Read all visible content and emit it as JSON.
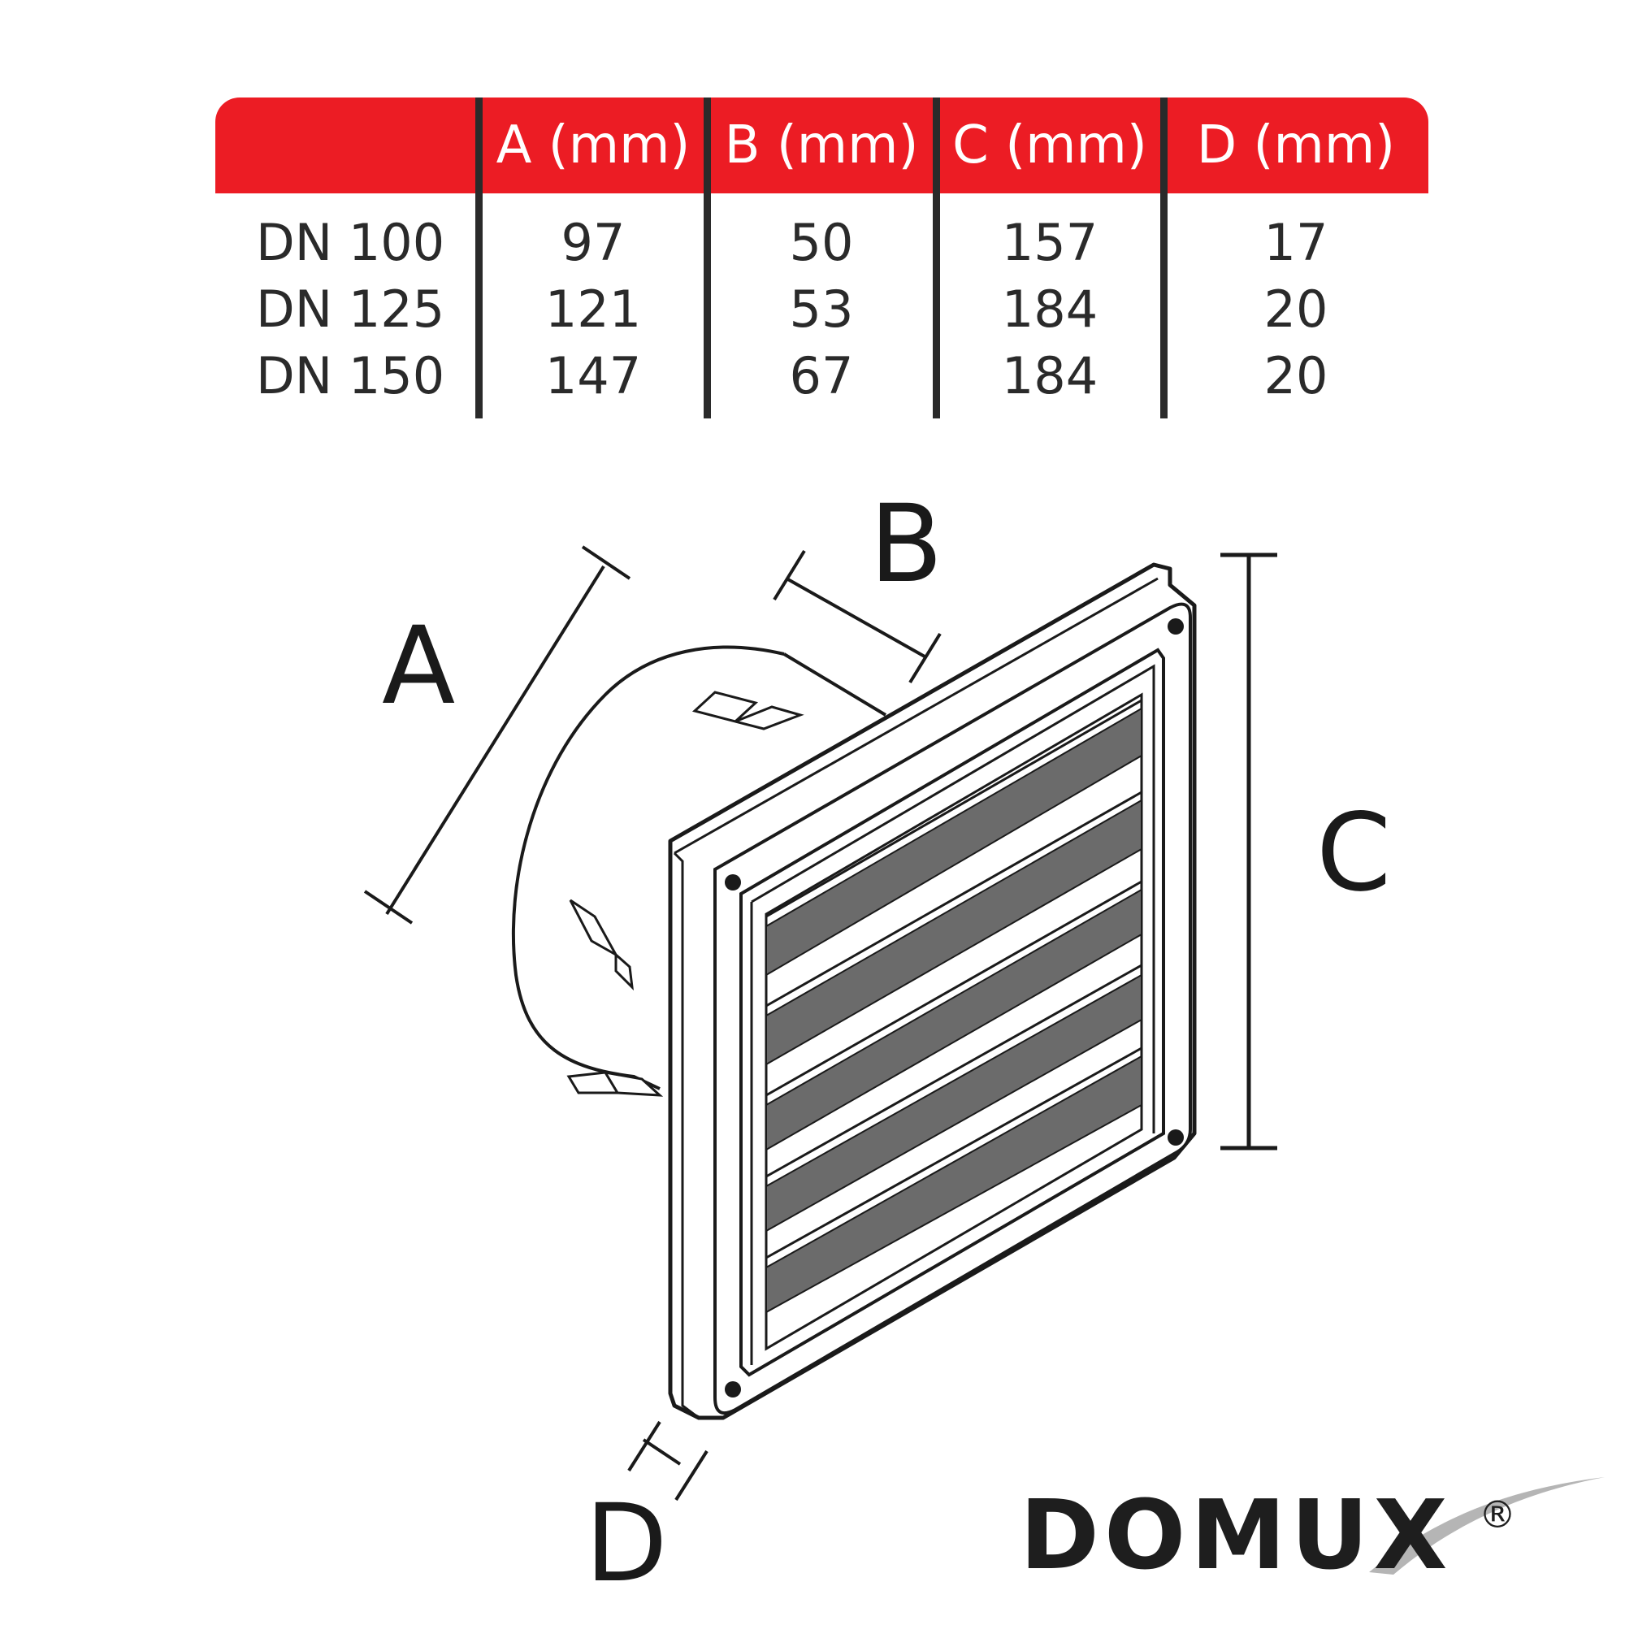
{
  "table": {
    "headers": [
      "A (mm)",
      "B (mm)",
      "C (mm)",
      "D (mm)"
    ],
    "rows": [
      {
        "name": "DN 100",
        "a": "97",
        "b": "50",
        "c": "157",
        "d": "17"
      },
      {
        "name": "DN 125",
        "a": "121",
        "b": "53",
        "c": "184",
        "d": "20"
      },
      {
        "name": "DN 150",
        "a": "147",
        "b": "67",
        "c": "184",
        "d": "20"
      }
    ]
  },
  "dimension_labels": {
    "a": "A",
    "b": "B",
    "c": "C",
    "d": "D"
  },
  "logo": {
    "text": "DOMUX",
    "registered": "®"
  },
  "colors": {
    "header": "#ec1c24",
    "ink": "#2a2a2a",
    "slat": "#6b6b6b",
    "white": "#ffffff"
  }
}
